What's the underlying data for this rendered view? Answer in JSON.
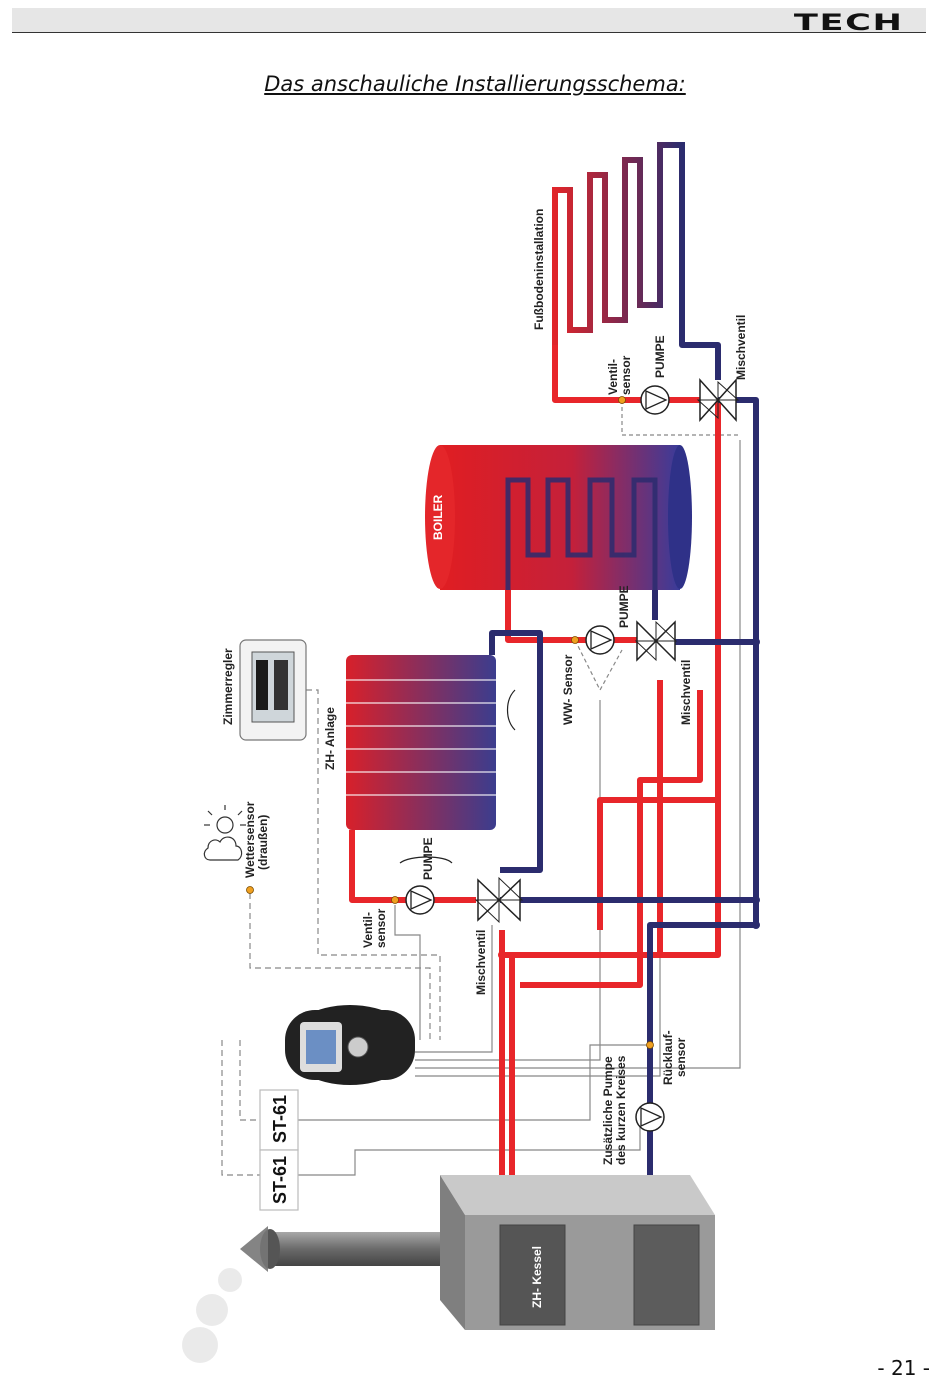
{
  "header": {
    "brand": "TECH"
  },
  "page": {
    "title": "Das anschauliche Installierungsschema:",
    "number": "- 21 -"
  },
  "labels": {
    "floor_heating": "Fußbodeninstallation",
    "valve_sensor_top": [
      "Ventil-",
      "sensor"
    ],
    "pump_top": "PUMPE",
    "mixing_valve_top": "Mischventil",
    "boiler": "BOILER",
    "pump_mid": "PUMPE",
    "ww_sensor": "WW- Sensor",
    "mixing_valve_mid": "Mischventil",
    "room_regulator": "Zimmerregler",
    "zh_system": "ZH- Anlage",
    "weather_sensor": [
      "Wettersensor",
      "(draußen)"
    ],
    "pump_low": "PUMPE",
    "valve_sensor_low": [
      "Ventil-",
      "sensor"
    ],
    "mixing_valve_low": "Mischventil",
    "return_sensor": [
      "Rücklauf-",
      "sensor"
    ],
    "extra_pump": [
      "Zusätzliche Pumpe",
      "des kurzen Kreises"
    ],
    "module_1": "ST-61",
    "module_2": "ST-61",
    "boiler_furnace": "ZH- Kessel"
  },
  "colors": {
    "hot": "#e8262a",
    "cold": "#2b2c6e",
    "sensor": "#f0a020",
    "wire": "#888888"
  }
}
